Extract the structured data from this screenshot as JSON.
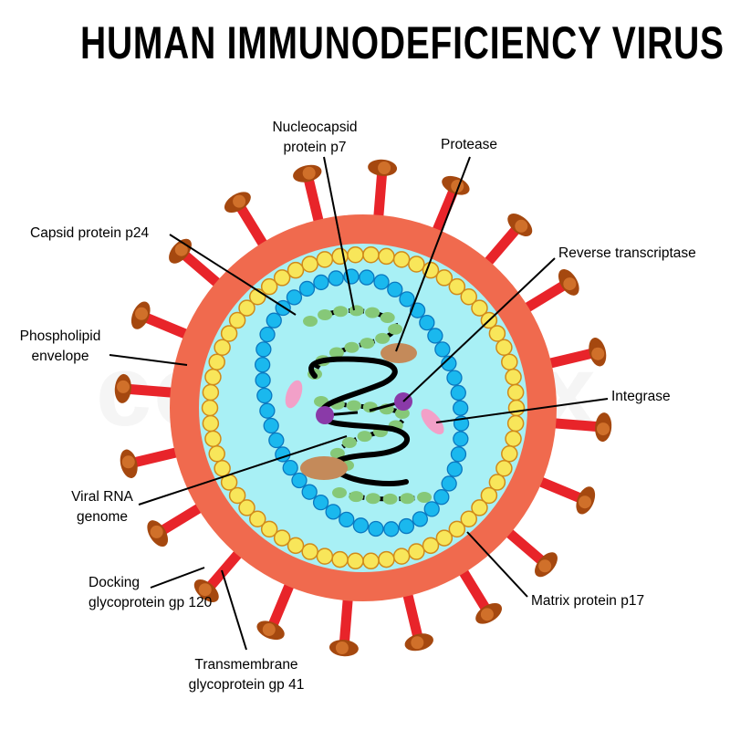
{
  "title": "HUMAN IMMUNODEFICIENCY VIRUS  -  HIV",
  "watermark": "colourbox",
  "labels": {
    "nucleocapsid": [
      "Nucleocapsid",
      "protein p7"
    ],
    "protease": "Protease",
    "capsid": "Capsid protein p24",
    "reverse_transcriptase": "Reverse transcriptase",
    "phospholipid": [
      "Phospholipid",
      "envelope"
    ],
    "integrase": "Integrase",
    "viral_rna": [
      "Viral RNA",
      "genome"
    ],
    "docking": [
      "Docking",
      "glycoprotein gp 120"
    ],
    "matrix": "Matrix protein p17",
    "transmembrane": [
      "Transmembrane",
      "glycoprotein gp 41"
    ]
  },
  "colors": {
    "envelope": "#f06a4e",
    "spike_stem": "#e8242a",
    "spike_head": "#a5480f",
    "spike_head_inner": "#d0702a",
    "interior": "#a8f0f5",
    "matrix_bead": "#f8e65a",
    "matrix_bead_stroke": "#d08a1a",
    "capsid_bead": "#1ab8ee",
    "capsid_bead_stroke": "#0a78c0",
    "nucleocapsid": "#86c878",
    "purple": "#8a3aa8",
    "pink": "#f2a0c8",
    "brown": "#c48a5a"
  }
}
